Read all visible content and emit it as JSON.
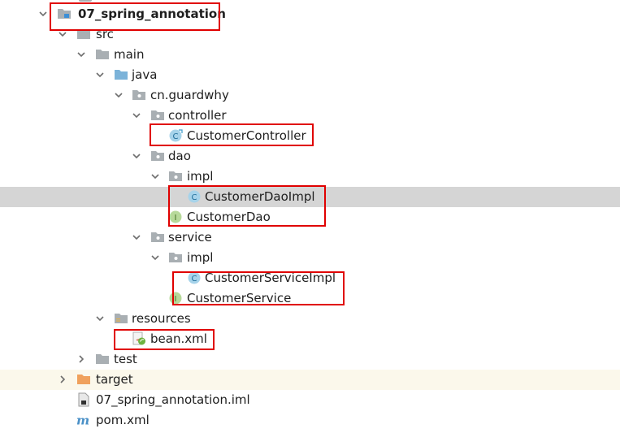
{
  "project_tree": {
    "nodes": [
      {
        "label": "07_spring_annotation",
        "icon": "module-folder-icon",
        "expanded": true
      },
      {
        "label": "src",
        "icon": "folder-icon",
        "expanded": true
      },
      {
        "label": "main",
        "icon": "folder-icon",
        "expanded": true
      },
      {
        "label": "java",
        "icon": "source-root-folder-icon",
        "expanded": true
      },
      {
        "label": "cn.guardwhy",
        "icon": "package-icon",
        "expanded": true
      },
      {
        "label": "controller",
        "icon": "package-icon",
        "expanded": true
      },
      {
        "label": "CustomerController",
        "icon": "java-class-icon"
      },
      {
        "label": "dao",
        "icon": "package-icon",
        "expanded": true
      },
      {
        "label": "impl",
        "icon": "package-icon",
        "expanded": true
      },
      {
        "label": "CustomerDaoImpl",
        "icon": "java-class-icon"
      },
      {
        "label": "CustomerDao",
        "icon": "java-interface-icon"
      },
      {
        "label": "service",
        "icon": "package-icon",
        "expanded": true
      },
      {
        "label": "impl",
        "icon": "package-icon",
        "expanded": true
      },
      {
        "label": "CustomerServiceImpl",
        "icon": "java-class-icon"
      },
      {
        "label": "CustomerService",
        "icon": "java-interface-icon"
      },
      {
        "label": "resources",
        "icon": "resources-folder-icon",
        "expanded": true
      },
      {
        "label": "bean.xml",
        "icon": "spring-xml-icon"
      },
      {
        "label": "test",
        "icon": "folder-icon",
        "expanded": false
      },
      {
        "label": "target",
        "icon": "excluded-folder-icon",
        "expanded": false
      },
      {
        "label": "07_spring_annotation.iml",
        "icon": "iml-file-icon"
      },
      {
        "label": "pom.xml",
        "icon": "maven-icon"
      }
    ]
  },
  "colors": {
    "folder": "#a9afb3",
    "source_root": "#7cb3d9",
    "class": "#3d9ccc",
    "interface": "#7dae4f",
    "excluded": "#f0a15c",
    "highlight_box": "#e00000",
    "selected_row": "#d5d5d5",
    "hover_row": "#fbf8eb"
  }
}
